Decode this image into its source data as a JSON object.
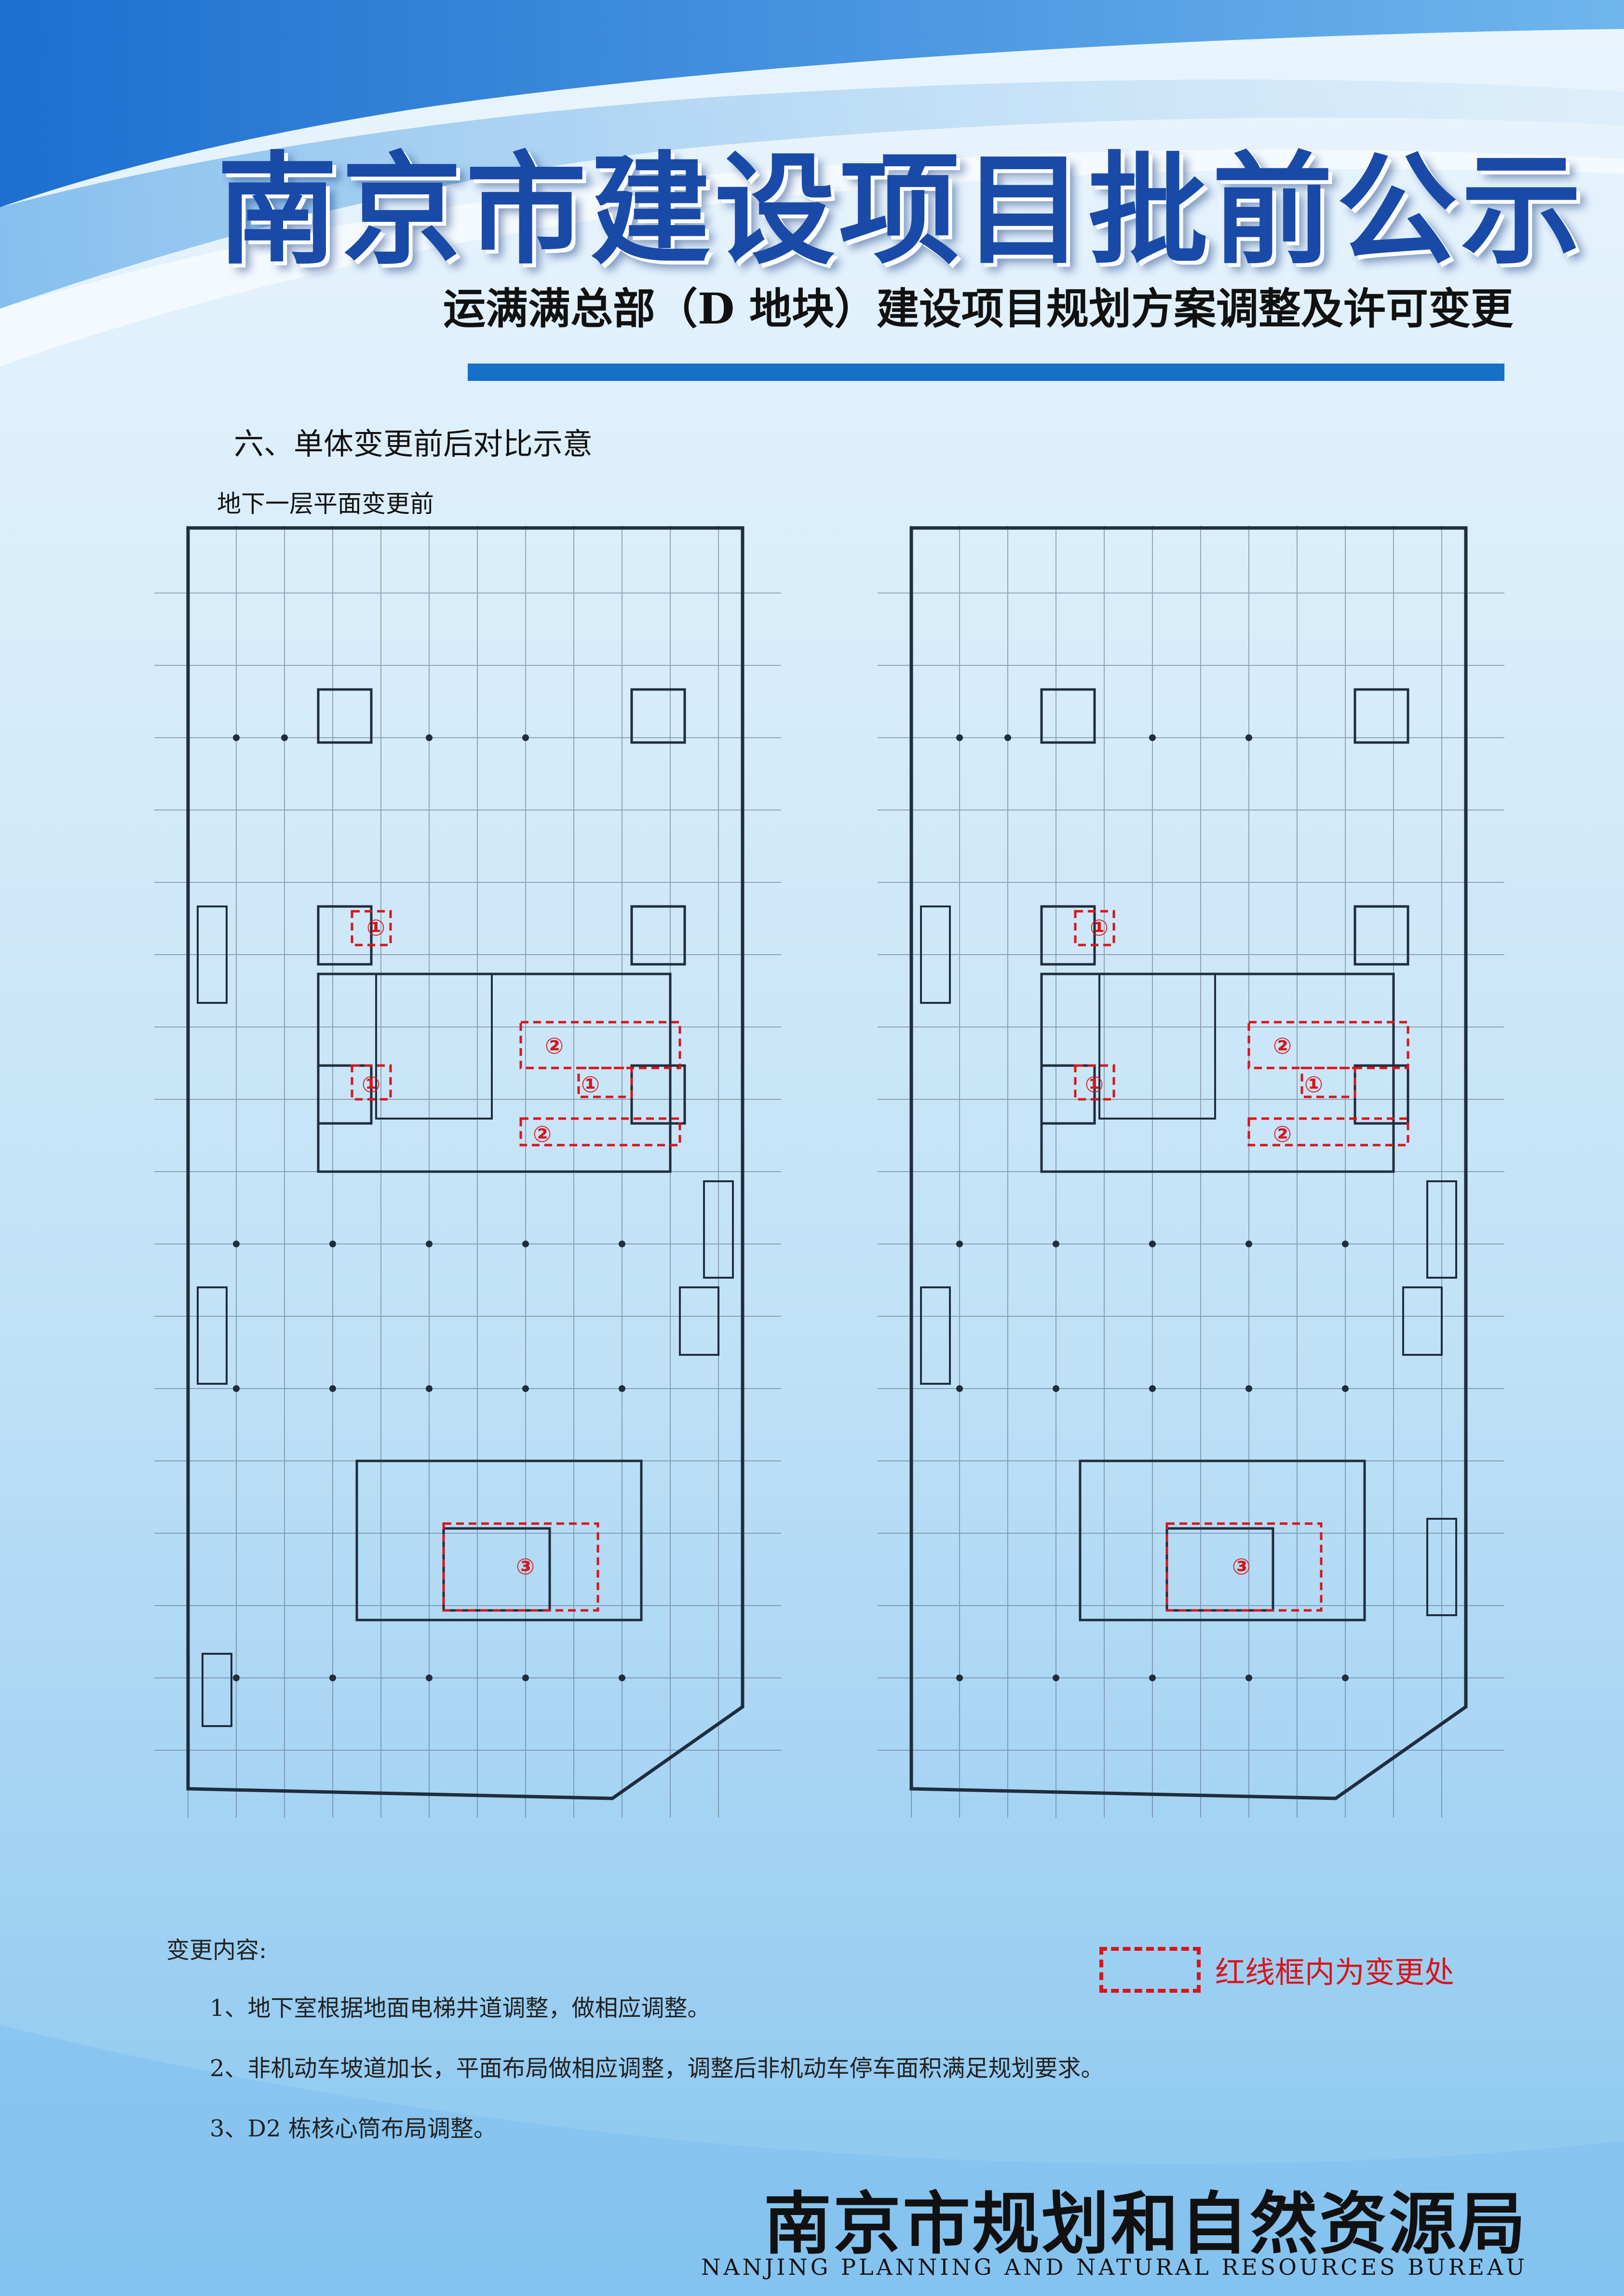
{
  "header": {
    "title": "南京市建设项目批前公示",
    "subtitle": "运满满总部（D 地块）建设项目规划方案调整及许可变更"
  },
  "section": {
    "heading": "六、单体变更前后对比示意",
    "left_caption": "地下一层平面变更前"
  },
  "plans": {
    "left": {
      "markers": [
        "①",
        "②",
        "①",
        "①",
        "②",
        "③"
      ]
    },
    "right": {
      "markers": [
        "①",
        "②",
        "①",
        "①",
        "②",
        "③"
      ]
    }
  },
  "changes": {
    "heading": "变更内容:",
    "items": [
      "1、地下室根据地面电梯井道调整，做相应调整。",
      "2、非机动车坡道加长，平面布局做相应调整，调整后非机动车停车面积满足规划要求。",
      "3、D2 栋核心筒布局调整。"
    ]
  },
  "legend": {
    "label": "红线框内为变更处"
  },
  "footer": {
    "bureau_cn": "南京市规划和自然资源局",
    "bureau_en": "NANJING PLANNING AND NATURAL RESOURCES BUREAU"
  },
  "colors": {
    "title_blue": "#1a4aa8",
    "accent_blue": "#1670c8",
    "change_red": "#d9141b"
  }
}
